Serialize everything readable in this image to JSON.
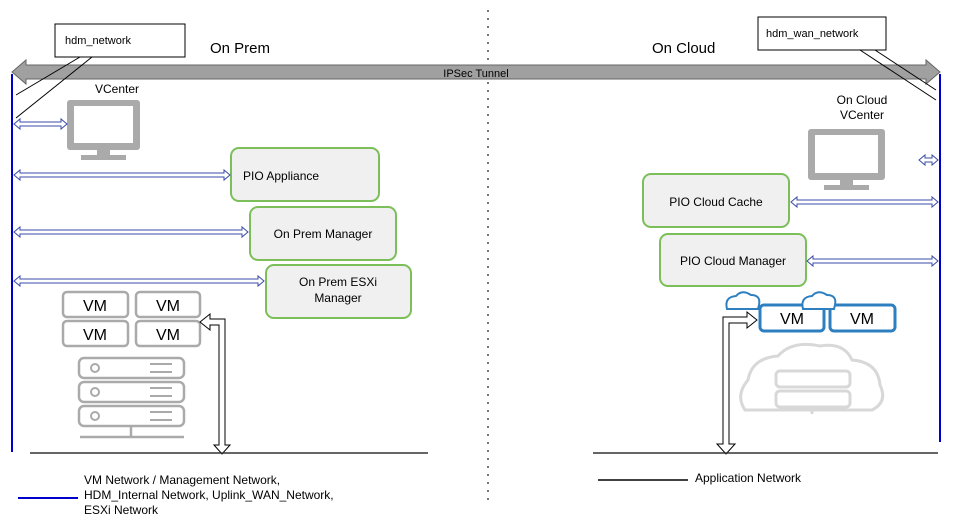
{
  "network_labels": {
    "left": "hdm_network",
    "right": "hdm_wan_network"
  },
  "sections": {
    "left": "On Prem",
    "right": "On Cloud"
  },
  "tunnel": {
    "label": "IPSec Tunnel"
  },
  "nodes": {
    "vcenter": "VCenter",
    "cloud_vcenter_line1": "On Cloud",
    "cloud_vcenter_line2": "VCenter",
    "pio_appliance": "PIO Appliance",
    "onprem_manager": "On Prem Manager",
    "esxi_manager_line1": "On Prem ESXi",
    "esxi_manager_line2": "Manager",
    "pio_cloud_cache": "PIO Cloud Cache",
    "pio_cloud_manager": "PIO Cloud Manager"
  },
  "vm_label": "VM",
  "legend": {
    "blue_line1": "VM Network / Management Network,",
    "blue_line2": "HDM_Internal Network, Uplink_WAN_Network,",
    "blue_line3": "ESXi Network",
    "black": "Application Network"
  },
  "colors": {
    "network_line": "#0000cc",
    "box_border": "#7cbf5a",
    "box_fill": "#f0f0f0",
    "tunnel": "#a0a0a0",
    "cloud_vm": "#2e7fc0",
    "icon_gray": "#aaaaaa"
  }
}
